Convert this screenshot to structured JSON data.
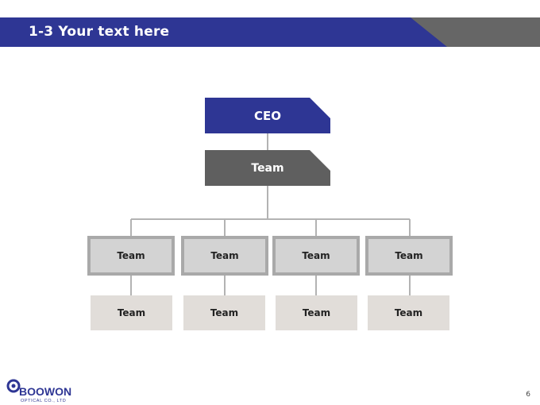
{
  "header": {
    "title": "1-3 Your text here",
    "main_color": "#2e3694",
    "accent_color": "#666666"
  },
  "org_chart": {
    "ceo": {
      "label": "CEO",
      "color": "#2e3694"
    },
    "team_main": {
      "label": "Team",
      "color": "#5f5f5f"
    },
    "mid_teams": [
      {
        "label": "Team"
      },
      {
        "label": "Team"
      },
      {
        "label": "Team"
      },
      {
        "label": "Team"
      }
    ],
    "bottom_teams": [
      {
        "label": "Team"
      },
      {
        "label": "Team"
      },
      {
        "label": "Team"
      },
      {
        "label": "Team"
      }
    ],
    "line_color": "#b3b3b3"
  },
  "footer": {
    "logo_text": "BOOWON",
    "logo_subtext": "OPTICAL CO., LTD",
    "page_number": "6"
  }
}
